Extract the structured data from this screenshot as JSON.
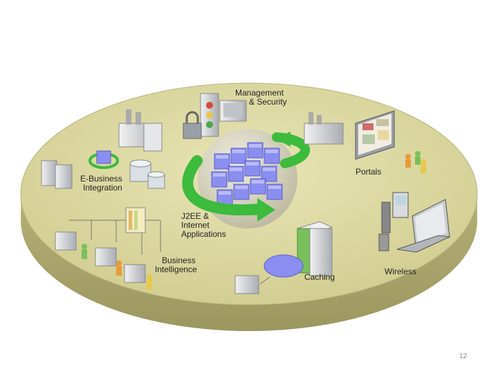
{
  "labels": {
    "management": [
      "Management",
      "& Security"
    ],
    "portals": "Portals",
    "ebusiness": [
      "E-Business",
      "Integration"
    ],
    "j2ee": [
      "J2EE &",
      "Internet",
      "Applications"
    ],
    "bi": [
      "Business",
      "Intelligence"
    ],
    "caching": "Caching",
    "wireless": "Wireless"
  },
  "page_number": "12",
  "colors": {
    "platform_top": "#dcd8a0",
    "platform_side": "#b5b07a",
    "arrow_green": "#3cbb3c",
    "cube_blue": "#8a8ef0",
    "server_gray": "#d8dadc"
  }
}
